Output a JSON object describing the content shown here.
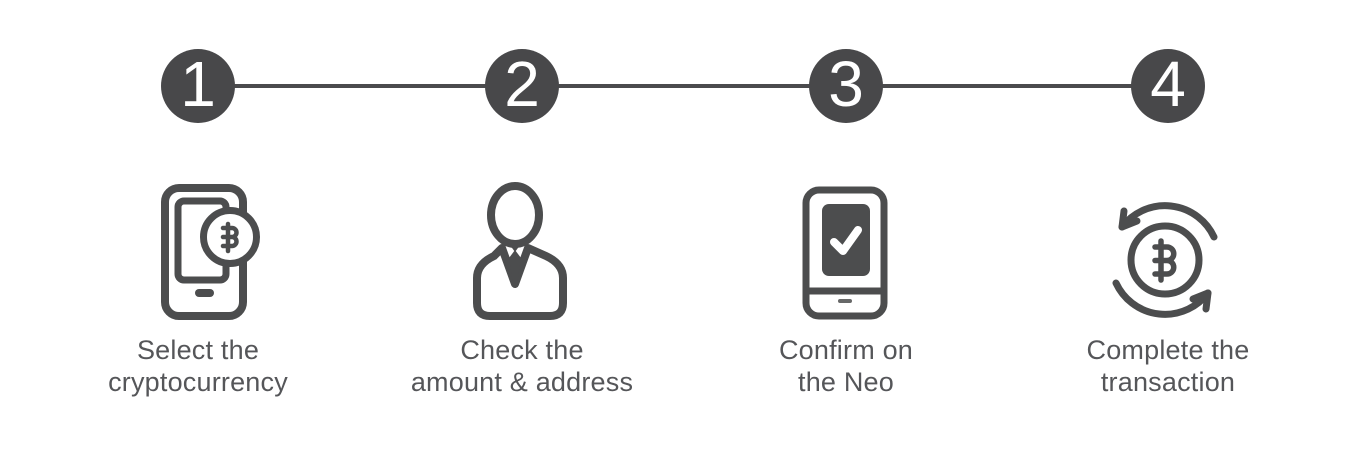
{
  "diagram_title": "cryptocurrency-transaction-steps",
  "stepper": {
    "connector_color": "#4b4b4d",
    "circle_color": "#48484a",
    "number_color": "#ffffff",
    "icon_stroke_color": "#4c4d4e",
    "label_text_color": "#555659"
  },
  "steps": [
    {
      "number": "1",
      "label": "Select the\ncryptocurrency",
      "icon": "smartphone-bitcoin-icon"
    },
    {
      "number": "2",
      "label": "Check the\namount & address",
      "icon": "businessman-icon"
    },
    {
      "number": "3",
      "label": "Confirm on\nthe Neo",
      "icon": "device-checkmark-icon"
    },
    {
      "number": "4",
      "label": "Complete the\ntransaction",
      "icon": "bitcoin-cycle-icon"
    }
  ]
}
